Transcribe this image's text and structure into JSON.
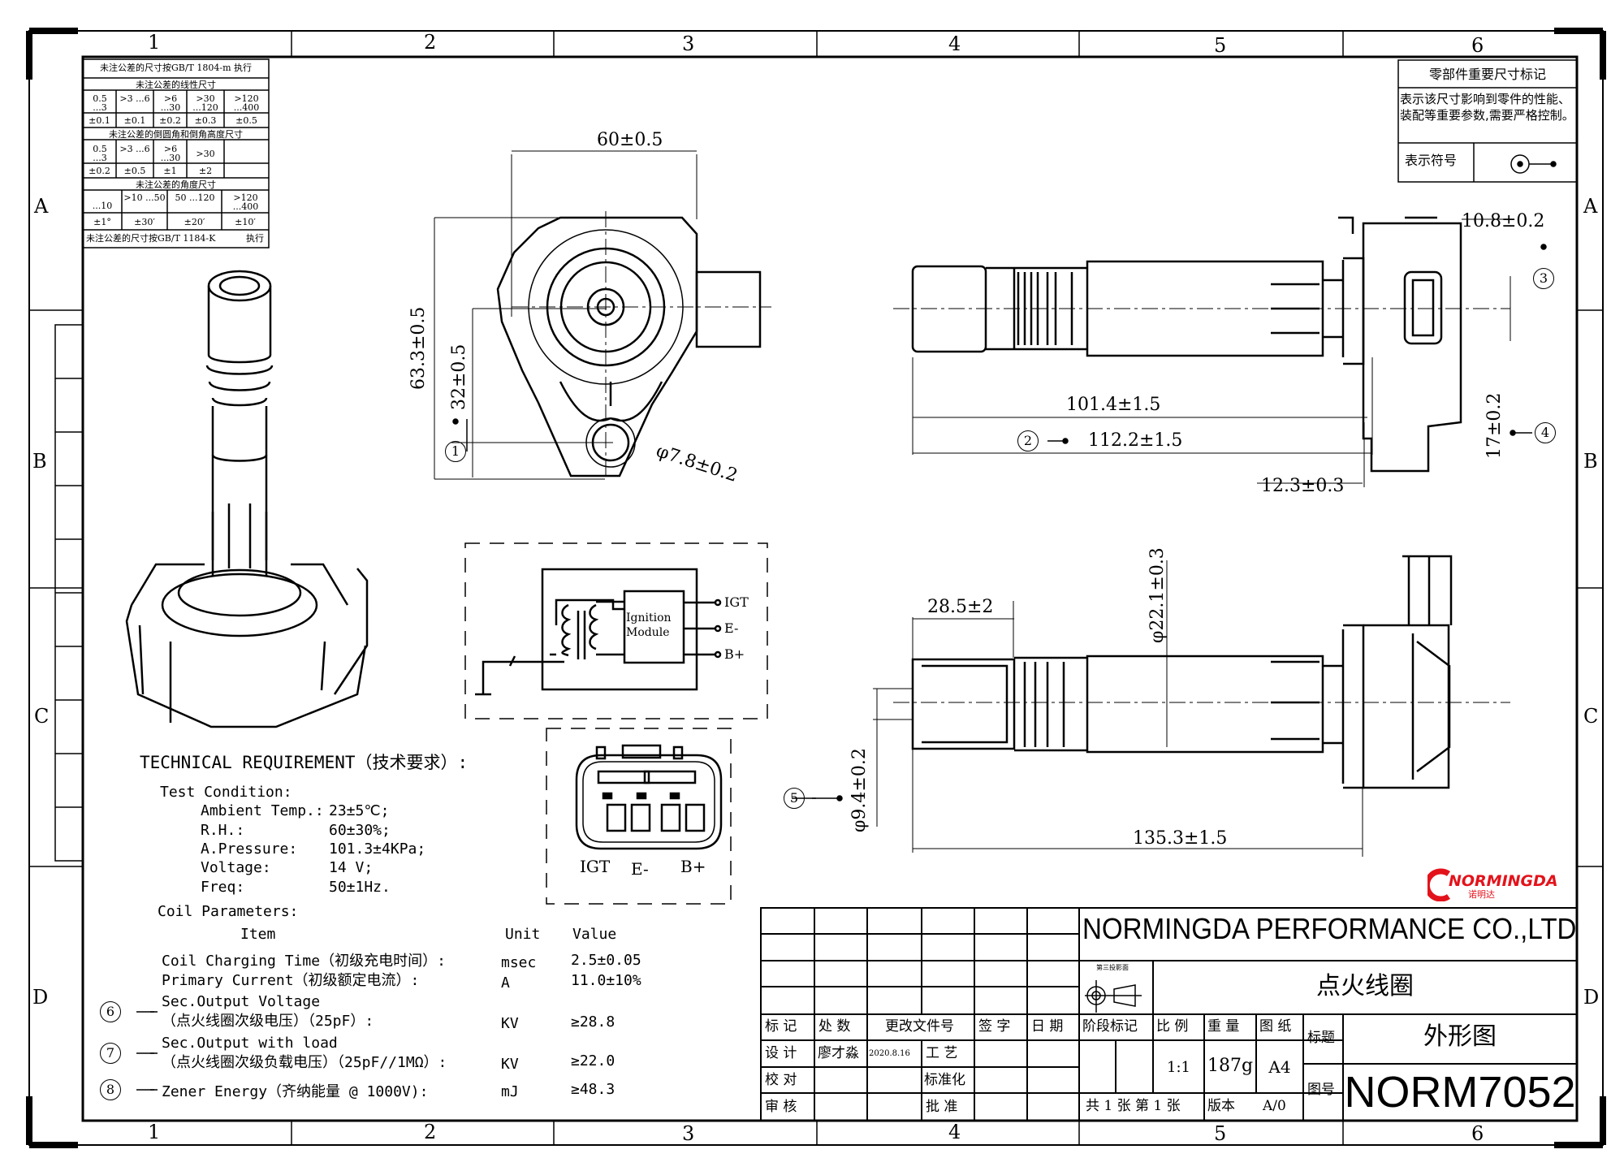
{
  "zones": {
    "columns": [
      "1",
      "2",
      "3",
      "4",
      "5",
      "6"
    ],
    "rows": [
      "A",
      "B",
      "C",
      "D"
    ]
  },
  "tolerance_table": {
    "header": "未注公差的尺寸按GB/T 1804-m 执行",
    "linear_title": "未注公差的线性尺寸",
    "linear_ranges": [
      "0.5 ...3",
      ">3 ...6",
      ">6 ...30",
      ">30 ...120",
      ">120 ...400"
    ],
    "linear_tol": [
      "±0.1",
      "±0.1",
      "±0.2",
      "±0.3",
      "±0.5"
    ],
    "chamfer_title": "未注公差的倒圆角和倒角高度尺寸",
    "chamfer_ranges": [
      "0.5 ...3",
      ">3 ...6",
      ">6 ...30",
      ">30",
      ""
    ],
    "chamfer_tol": [
      "±0.2",
      "±0.5",
      "±1",
      "±2",
      ""
    ],
    "angle_title": "未注公差的角度尺寸",
    "angle_ranges": [
      "...10",
      ">10 ...50",
      "50 ...120",
      ">120 ...400"
    ],
    "angle_tol": [
      "±1°",
      "±30′",
      "±20′",
      "±10′"
    ],
    "footer": "未注公差的尺寸按GB/T 1184-K",
    "footer_exec": "执行"
  },
  "key_dim_table": {
    "title": "零部件重要尺寸标记",
    "description": "表示该尺寸影响到零件的性能、装配等重要参数,需要严格控制。",
    "symbol_label": "表示符号"
  },
  "dimensions": {
    "top_width": "60±0.5",
    "top_height": "63.3±0.5",
    "top_hole_offset": "32±0.5",
    "top_hole_dia": "φ7.8±0.2",
    "side_connector": "10.8±0.2",
    "side_length1": "101.4±1.5",
    "side_length2": "112.2±1.5",
    "side_height": "17±0.2",
    "side_flange": "12.3±0.3",
    "bottom_boot": "28.5±2",
    "bottom_body_dia": "φ22.1±0.3",
    "bottom_tip_dia": "φ9.4±0.2",
    "bottom_total": "135.3±1.5"
  },
  "markers": [
    "1",
    "2",
    "3",
    "4",
    "5",
    "6",
    "7",
    "8"
  ],
  "circuit": {
    "module_label": "Ignition Module",
    "pins": [
      "IGT",
      "E-",
      "B+"
    ]
  },
  "connector": {
    "pins": [
      "IGT",
      "E-",
      "B+"
    ]
  },
  "tech": {
    "title": "TECHNICAL  REQUIREMENT（技术要求）:",
    "test_title": "Test Condition:",
    "conditions": [
      {
        "label": "Ambient Temp.:",
        "value": "23±5℃;"
      },
      {
        "label": "R.H.:",
        "value": "60±30%;"
      },
      {
        "label": "A.Pressure:",
        "value": "101.3±4KPa;"
      },
      {
        "label": "Voltage:",
        "value": "14 V;"
      },
      {
        "label": "Freq:",
        "value": "50±1Hz."
      }
    ],
    "coil_title": "Coil Parameters:",
    "headers": {
      "item": "Item",
      "unit": "Unit",
      "value": "Value"
    },
    "params": [
      {
        "item": "Coil Charging Time（初级充电时间）:",
        "item2": "",
        "unit": "msec",
        "value": "2.5±0.05"
      },
      {
        "item": "Primary Current（初级额定电流）:",
        "item2": "",
        "unit": "A",
        "value": "11.0±10%"
      },
      {
        "item": "Sec.Output Voltage",
        "item2": "（点火线圈次级电压）（25pF）:",
        "unit": "KV",
        "value": "≥28.8"
      },
      {
        "item": "Sec.Output with load",
        "item2": "（点火线圈次级负载电压）（25pF//1MΩ）:",
        "unit": "KV",
        "value": "≥22.0"
      },
      {
        "item": "Zener Energy（齐纳能量 @ 1000V):",
        "item2": "",
        "unit": "mJ",
        "value": "≥48.3"
      }
    ]
  },
  "logo": {
    "text": "NORMINGDA",
    "sub": "诺明达",
    "color": "#e3131b"
  },
  "title_block": {
    "company": "NORMINGDA PERFORMANCE CO.,LTD",
    "projection": "第三投影面",
    "part_name": "点火线圈",
    "drawing_type": "外形图",
    "drawing_no": "NORM7052",
    "rev_headers": [
      "标 记",
      "处 数",
      "更改文件号",
      "签 字",
      "日 期"
    ],
    "design": "设 计",
    "designer": "廖才淼",
    "design_date": "2020.8.16",
    "process": "工 艺",
    "check": "校 对",
    "standard": "标准化",
    "review": "审 核",
    "approve": "批 准",
    "stage": "阶段标记",
    "scale_label": "比 例",
    "weight_label": "重 量",
    "sheet_label": "图 纸",
    "title_label": "标题",
    "no_label": "图号",
    "scale": "1:1",
    "weight": "187g",
    "sheet": "A4",
    "sheets": "共 1 张 第 1 张",
    "version_label": "版本",
    "version": "A/0"
  }
}
